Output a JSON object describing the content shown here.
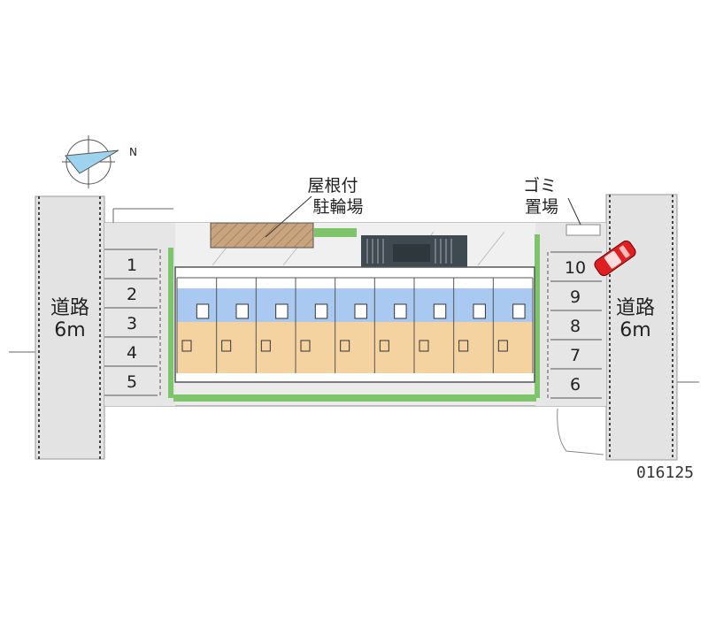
{
  "compass": {
    "label": "N"
  },
  "roads": {
    "left": {
      "name": "道路",
      "width": "6m"
    },
    "right": {
      "name": "道路",
      "width": "6m"
    }
  },
  "parking": {
    "left_slots": [
      "1",
      "2",
      "3",
      "4",
      "5"
    ],
    "right_slots": [
      "10",
      "9",
      "8",
      "7",
      "6"
    ]
  },
  "annotations": {
    "bicycle_parking": {
      "line1": "屋根付",
      "line2": "駐輪場"
    },
    "garbage": {
      "line1": "ゴミ",
      "line2": "置場"
    }
  },
  "property_code": "016125",
  "colors": {
    "road": "#e3e3e3",
    "lot": "#ececec",
    "bath_zone": "#a9c9f0",
    "room_zone": "#f5d3a0",
    "greenery": "#7ec46a",
    "bike_roof": "#c8a47e",
    "car": "#e02020"
  }
}
